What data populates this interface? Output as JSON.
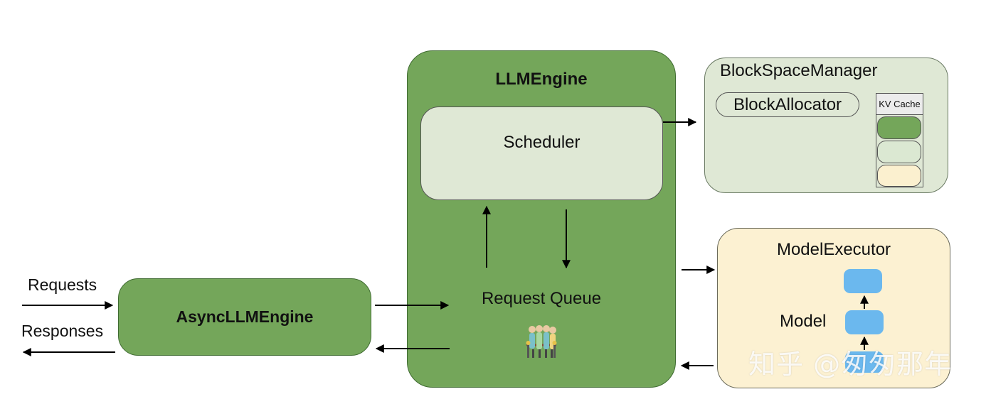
{
  "diagram": {
    "async_engine": {
      "label": "AsyncLLMEngine"
    },
    "io": {
      "requests": "Requests",
      "responses": "Responses"
    },
    "llm_engine": {
      "title": "LLMEngine",
      "scheduler": "Scheduler",
      "request_queue": "Request Queue",
      "queue_icon": "people-queue-icon"
    },
    "block_space_manager": {
      "title": "BlockSpaceManager",
      "allocator": "BlockAllocator",
      "kv_cache_label": "KV Cache",
      "kv_cache_colors": [
        "#74a65a",
        "#dbe8d2",
        "#fbf0cf"
      ]
    },
    "model_executor": {
      "title": "ModelExecutor",
      "model_label": "Model"
    },
    "watermark": "知乎 @匆匆那年"
  },
  "colors": {
    "engine_green": "#74a65a",
    "light_green": "#dfe8d5",
    "light_yellow": "#fcf1d2",
    "model_blue": "#6bb8ee"
  }
}
